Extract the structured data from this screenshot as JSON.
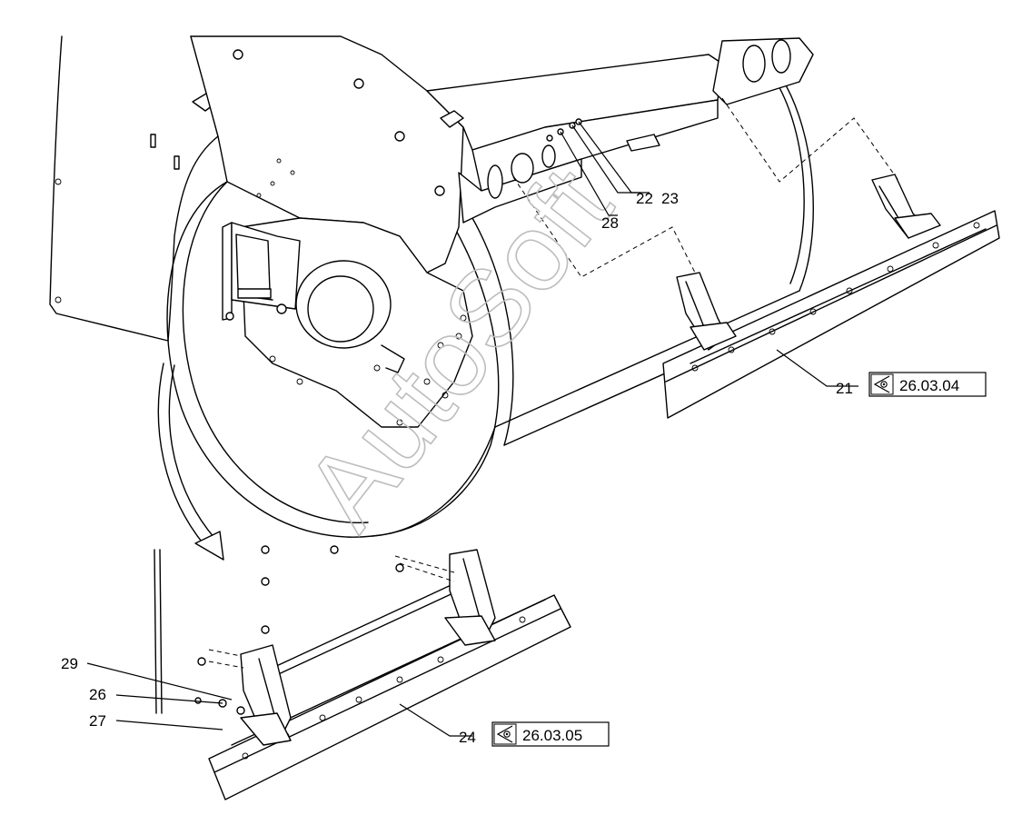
{
  "watermark": "AutoSoft",
  "callouts": [
    {
      "id": "21"
    },
    {
      "id": "22"
    },
    {
      "id": "23"
    },
    {
      "id": "24"
    },
    {
      "id": "26"
    },
    {
      "id": "27"
    },
    {
      "id": "28"
    },
    {
      "id": "29"
    }
  ],
  "references": [
    {
      "label": "26.03.04",
      "icon": "view-eye-icon"
    },
    {
      "label": "26.03.05",
      "icon": "view-eye-icon"
    }
  ]
}
